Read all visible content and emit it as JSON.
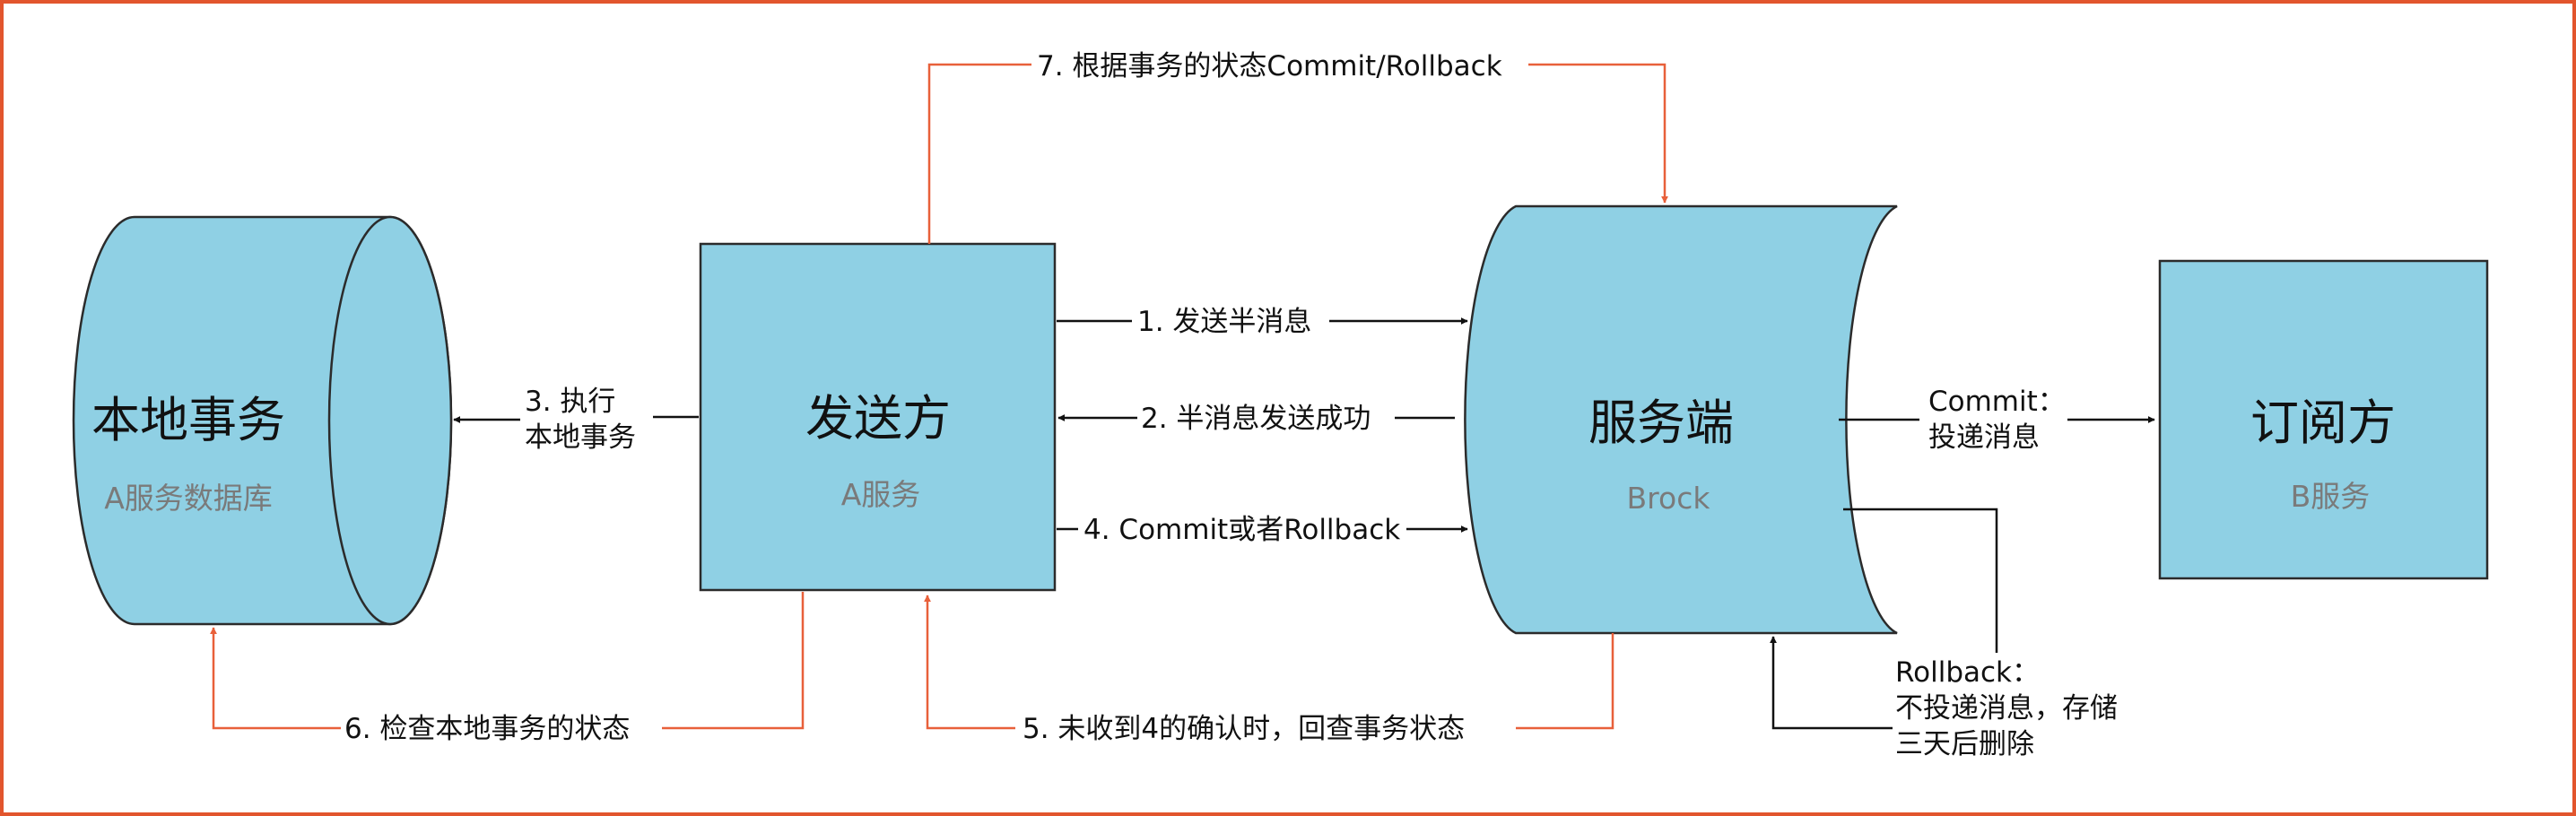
{
  "colors": {
    "frame": "#e2552d",
    "node_fill": "#8fd0e4",
    "node_stroke": "#2b2b2b",
    "arrow_black": "#111111",
    "arrow_orange": "#e8603a"
  },
  "nodes": {
    "local_tx": {
      "title": "本地事务",
      "subtitle": "A服务数据库"
    },
    "sender": {
      "title": "发送方",
      "subtitle": "A服务"
    },
    "server": {
      "title": "服务端",
      "subtitle": "Brock"
    },
    "subscriber": {
      "title": "订阅方",
      "subtitle": "B服务"
    }
  },
  "edges": {
    "step1": "1. 发送半消息",
    "step2": "2. 半消息发送成功",
    "step3_line1": "3. 执行",
    "step3_line2": "本地事务",
    "step4": "4. Commit或者Rollback",
    "step5": "5. 未收到4的确认时，回查事务状态",
    "step6": "6. 检查本地事务的状态",
    "step7": "7. 根据事务的状态Commit/Rollback",
    "commit_line1": "Commit：",
    "commit_line2": "投递消息",
    "rollback_line1": "Rollback：",
    "rollback_line2": "不投递消息，存储",
    "rollback_line3": "三天后删除"
  }
}
